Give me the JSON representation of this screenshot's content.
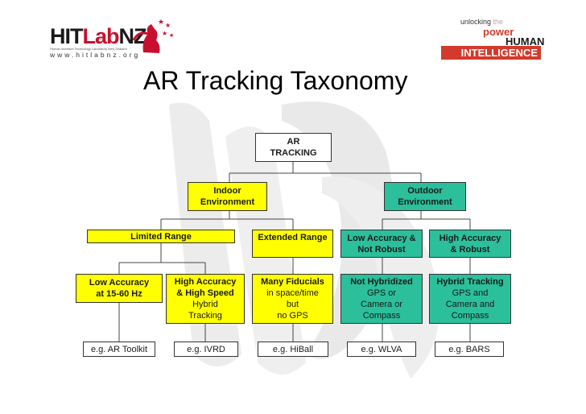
{
  "header": {
    "left_logo": {
      "brand_black": "HIT",
      "brand_red": "Lab",
      "brand_black2": "NZ",
      "subtitle": "Human Interface Technology Laboratory New Zealand",
      "url": "www.hitlabnz.org"
    },
    "right_logo": {
      "line1_a": "unlocking",
      "line1_b": "the",
      "line2": "power",
      "line3": "HUMAN",
      "line4": "INTELLIGENCE"
    }
  },
  "title": "AR Tracking Taxonomy",
  "nodes": {
    "root": {
      "line1": "AR",
      "line2": "TRACKING"
    },
    "indoor": {
      "line1": "Indoor",
      "line2": "Environment"
    },
    "outdoor": {
      "line1": "Outdoor",
      "line2": "Environment"
    },
    "limited": {
      "line1": "Limited Range"
    },
    "extended": {
      "line1": "Extended Range"
    },
    "low_acc": {
      "line1": "Low Accuracy &",
      "line2": "Not Robust"
    },
    "high_acc": {
      "line1": "High Accuracy",
      "line2": "& Robust"
    },
    "leaf1": {
      "line1": "Low Accuracy",
      "line2": "at 15-60 Hz"
    },
    "leaf2": {
      "line1": "High Accuracy",
      "line2": "& High Speed",
      "line3": "Hybrid",
      "line4": "Tracking"
    },
    "leaf3": {
      "line1": "Many Fiducials",
      "line2": "in space/time",
      "line3": "but",
      "line4": "no GPS"
    },
    "leaf4": {
      "line1": "Not Hybridized",
      "line2": "GPS or",
      "line3": "Camera or",
      "line4": "Compass"
    },
    "leaf5": {
      "line1": "Hybrid Tracking",
      "line2": "GPS and",
      "line3": "Camera and",
      "line4": "Compass"
    },
    "ex1": {
      "line1": "e.g. AR Toolkit"
    },
    "ex2": {
      "line1": "e.g. IVRD"
    },
    "ex3": {
      "line1": "e.g. HiBall"
    },
    "ex4": {
      "line1": "e.g. WLVA"
    },
    "ex5": {
      "line1": "e.g. BARS"
    }
  },
  "colors": {
    "yellow": "#ffff00",
    "green": "#2bbf9b",
    "accent_red": "#d33a2c"
  }
}
